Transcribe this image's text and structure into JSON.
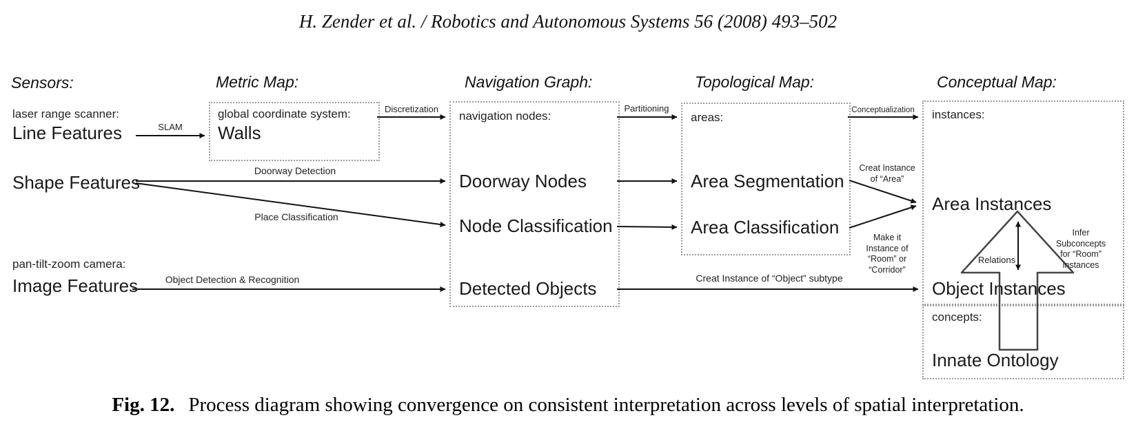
{
  "header": {
    "text": "H. Zender et al. / Robotics and Autonomous Systems 56 (2008) 493–502"
  },
  "columns": {
    "sensors": {
      "heading": "Sensors:"
    },
    "metric_map": {
      "heading": "Metric Map:",
      "box_label": "global coordinate system:",
      "item": "Walls"
    },
    "navigation_graph": {
      "heading": "Navigation Graph:",
      "box_label": "navigation nodes:",
      "items": [
        "Doorway Nodes",
        "Node Classification",
        "Detected Objects"
      ]
    },
    "topological_map": {
      "heading": "Topological Map:",
      "box_label": "areas:",
      "items": [
        "Area Segmentation",
        "Area Classification"
      ]
    },
    "conceptual_map": {
      "heading": "Conceptual Map:",
      "instances_label": "instances:",
      "instances_items": [
        "Area Instances",
        "Object Instances"
      ],
      "concepts_label": "concepts:",
      "concepts_item": "Innate Ontology",
      "relations_label": "Relations",
      "infer_label": "Infer Subconcepts\nfor “Room”\ninstances"
    }
  },
  "sensors": {
    "laser": {
      "sub": "laser range scanner:",
      "label": "Line Features"
    },
    "shape": {
      "label": "Shape Features"
    },
    "camera": {
      "sub": "pan-tilt-zoom camera:",
      "label": "Image Features"
    }
  },
  "arrows": {
    "slam": "SLAM",
    "discretization": "Discretization",
    "doorway_detection": "Doorway Detection",
    "place_classification": "Place Classification",
    "object_detection": "Object Detection & Recognition",
    "partitioning": "Partitioning",
    "conceptualization": "Conceptualization",
    "creat_area": "Creat Instance\nof “Area”",
    "make_it": "Make it\nInstance of\n“Room” or\n“Corridor”",
    "creat_object": "Creat Instance of “Object” subtype"
  },
  "caption": {
    "label": "Fig. 12.",
    "text": "Process diagram showing convergence on consistent interpretation across levels of spatial interpretation."
  },
  "colors": {
    "ink": "#111111",
    "border": "#999999",
    "block_arrow": "#444444"
  }
}
